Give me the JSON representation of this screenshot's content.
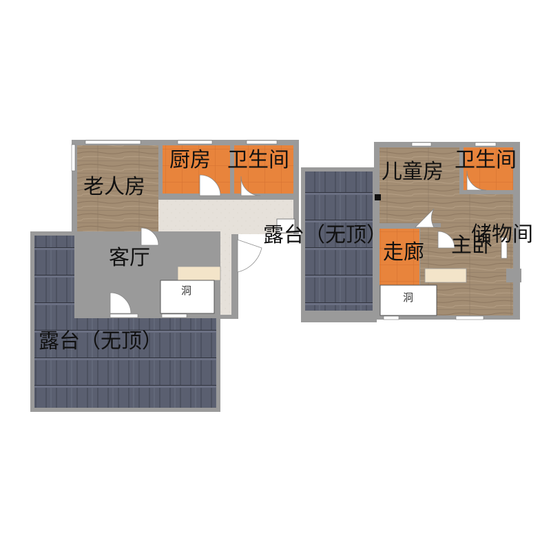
{
  "rooms": {
    "elder_room": "老人房",
    "kitchen": "厨房",
    "bathroom_left": "卫生间",
    "living_room": "客厅",
    "terrace_large": "露台（无顶）",
    "terrace_middle": "露台（无顶）",
    "kids_room": "儿童房",
    "bathroom_right": "卫生间",
    "storage": "储物间",
    "master_bedroom": "主卧",
    "corridor": "走廊"
  },
  "openings": {
    "hole_left": "洞",
    "hole_right": "洞"
  },
  "colors": {
    "wall": "#9a9a9a",
    "wood_floor": "#a08a70",
    "tile_orange": "#e8843c",
    "living_floor": "#e6e1da",
    "terrace": "#555a6a",
    "window": "#ffffff"
  }
}
